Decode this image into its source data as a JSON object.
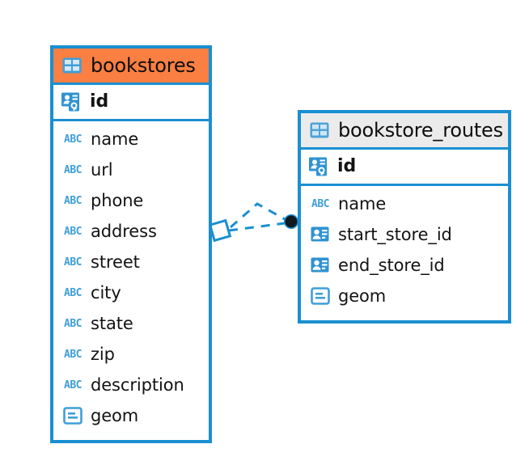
{
  "diagram": {
    "type": "entity-relationship-diagram",
    "background_color": "#ffffff",
    "accent_color": "#1a8fd1",
    "highlight_color": "#fa7f42",
    "header_plain_color": "#ebebeb"
  },
  "entities": [
    {
      "name": "bookstores",
      "header_style": "accent",
      "table_icon": "table-icon",
      "primary_key": {
        "label": "id",
        "icon": "primary-key-icon"
      },
      "fields": [
        {
          "label": "name",
          "icon": "text-field-icon"
        },
        {
          "label": "url",
          "icon": "text-field-icon"
        },
        {
          "label": "phone",
          "icon": "text-field-icon"
        },
        {
          "label": "address",
          "icon": "text-field-icon"
        },
        {
          "label": "street",
          "icon": "text-field-icon"
        },
        {
          "label": "city",
          "icon": "text-field-icon"
        },
        {
          "label": "state",
          "icon": "text-field-icon"
        },
        {
          "label": "zip",
          "icon": "text-field-icon"
        },
        {
          "label": "description",
          "icon": "text-field-icon"
        },
        {
          "label": "geom",
          "icon": "geometry-field-icon"
        }
      ]
    },
    {
      "name": "bookstore_routes",
      "header_style": "plain",
      "table_icon": "table-icon",
      "primary_key": {
        "label": "id",
        "icon": "primary-key-icon"
      },
      "fields": [
        {
          "label": "name",
          "icon": "text-field-icon"
        },
        {
          "label": "start_store_id",
          "icon": "foreign-key-icon"
        },
        {
          "label": "end_store_id",
          "icon": "foreign-key-icon"
        },
        {
          "label": "geom",
          "icon": "geometry-field-icon"
        }
      ]
    }
  ],
  "relationship": {
    "source_entity": "bookstores",
    "target_entity": "bookstore_routes",
    "source_marker": "diamond-marker",
    "target_marker": "filled-circle-marker",
    "line_style": "dashed",
    "line_color": "#1a8fd1"
  }
}
